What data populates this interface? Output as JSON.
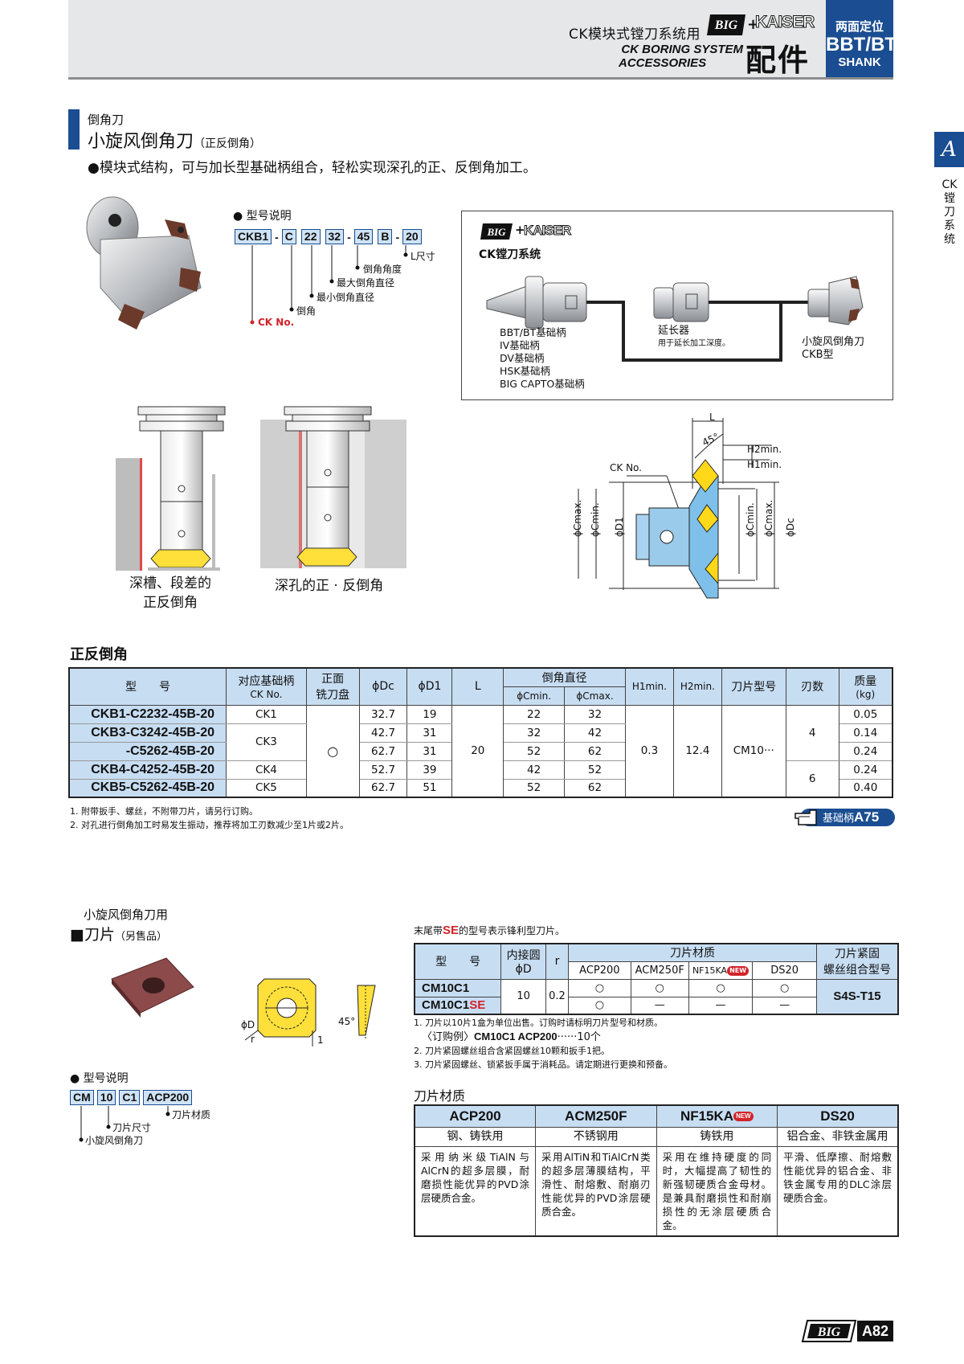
{
  "header": {
    "cn_line": "CK模块式镗刀系统用",
    "en_line1": "CK BORING SYSTEM",
    "en_line2": "ACCESSORIES",
    "big_logo": "BIG",
    "kaiser": "KAISER",
    "accessories_cn": "配件",
    "badge_top": "两面定位",
    "badge_mid": "BBT/BT",
    "badge_bottom": "SHANK"
  },
  "side": {
    "tab": "A",
    "text": "CK镗刀系统"
  },
  "section": {
    "subtitle": "倒角刀",
    "title": "小旋风倒角刀",
    "title_suffix": "（正反倒角）",
    "description": "●模块式结构，可与加长型基础柄组合，轻松实现深孔的正、反倒角加工。"
  },
  "model_legend": {
    "heading": "● 型号说明",
    "parts": [
      "CKB1",
      "C",
      "22",
      "32",
      "45",
      "B",
      "20"
    ],
    "labels": [
      "L尺寸",
      "倒角角度",
      "最大倒角直径",
      "最小倒角直径",
      "倒角",
      "CK No."
    ]
  },
  "system": {
    "logo_kaiser": "KAISER",
    "title": "CK镗刀系统",
    "bases": [
      "BBT/BT基础柄",
      "IV基础柄",
      "DV基础柄",
      "HSK基础柄",
      "BIG CAPTO基础柄"
    ],
    "extension": "延长器",
    "extension_note": "用于延长加工深度。",
    "tool_name": "小旋风倒角刀",
    "tool_type": "CKB型"
  },
  "applications": {
    "left": [
      "深槽、段差的",
      "正反倒角"
    ],
    "right": "深孔的正 · 反倒角"
  },
  "dims": {
    "L": "L",
    "angle": "45°",
    "h2": "H2min.",
    "h1": "H1min.",
    "ck": "CK No.",
    "left": [
      "ϕCmax.",
      "ϕCmin.",
      "ϕD1"
    ],
    "right": [
      "ϕCmin.",
      "ϕCmax.",
      "ϕDc"
    ]
  },
  "table1": {
    "title": "正反倒角",
    "headers": {
      "model": "型　　号",
      "ck": "对应基础柄",
      "ck_sub": "CK No.",
      "face": "正面",
      "face2": "铣刀盘",
      "dc": "ϕDc",
      "d1": "ϕD1",
      "l": "L",
      "chamfer": "倒角直径",
      "cmin": "ϕCmin.",
      "cmax": "ϕCmax.",
      "h1": "H1min.",
      "h2": "H2min.",
      "insert": "刀片型号",
      "teeth": "刃数",
      "mass": "质量",
      "mass_unit": "(kg)"
    },
    "rows": [
      {
        "model": "CKB1-C2232-45B-20",
        "ck": "CK1",
        "dc": "32.7",
        "d1": "19",
        "cmin": "22",
        "cmax": "32",
        "mass": "0.05"
      },
      {
        "model": "CKB3-C3242-45B-20",
        "ck": "CK3",
        "dc": "42.7",
        "d1": "31",
        "cmin": "32",
        "cmax": "42",
        "mass": "0.14"
      },
      {
        "model": "-C5262-45B-20",
        "ck": "",
        "dc": "62.7",
        "d1": "31",
        "cmin": "52",
        "cmax": "62",
        "mass": "0.24"
      },
      {
        "model": "CKB4-C4252-45B-20",
        "ck": "CK4",
        "dc": "52.7",
        "d1": "39",
        "cmin": "42",
        "cmax": "52",
        "mass": "0.24"
      },
      {
        "model": "CKB5-C5262-45B-20",
        "ck": "CK5",
        "dc": "62.7",
        "d1": "51",
        "cmin": "52",
        "cmax": "62",
        "mass": "0.40"
      }
    ],
    "face_value": "○",
    "l_value": "20",
    "h1_value": "0.3",
    "h2_value": "12.4",
    "insert_value": "CM10···",
    "teeth_a": "4",
    "teeth_b": "6",
    "notes": [
      "1. 附带扳手、螺丝，不附带刀片，请另行订购。",
      "2. 对孔进行倒角加工时易发生振动，推荐将加工刃数减少至1片或2片。"
    ],
    "ref_label": "基础柄",
    "ref_page": "A75"
  },
  "insert": {
    "subtitle": "小旋风倒角刀用",
    "title": "■刀片",
    "title_suffix": "（另售品）",
    "labels": [
      "ϕD",
      "r",
      "1",
      "45°"
    ],
    "legend_heading": "● 型号说明",
    "legend_parts": [
      "CM",
      "10",
      "C1",
      "ACP200"
    ],
    "legend_labels": [
      "刀片材质",
      "刀片尺寸",
      "小旋风倒角刀"
    ]
  },
  "table2": {
    "note_prefix": "末尾带",
    "note_se": "SE",
    "note_suffix": "的型号表示锋利型刀片。",
    "headers": {
      "model": "型　　号",
      "circle": "内接圆",
      "circle_sub": "ϕD",
      "r": "r",
      "material": "刀片材质",
      "mats": [
        "ACP200",
        "ACM250F",
        "NF15KA",
        "DS20"
      ],
      "screw": "刀片紧固",
      "screw2": "螺丝组合型号"
    },
    "rows": [
      {
        "model": "CM10C1",
        "model_suffix": "",
        "marks": [
          "○",
          "○",
          "○",
          "○"
        ]
      },
      {
        "model": "CM10C1",
        "model_suffix": "SE",
        "marks": [
          "○",
          "—",
          "—",
          "—"
        ]
      }
    ],
    "d_value": "10",
    "r_value": "0.2",
    "screw_value": "S4S-T15",
    "new_badge": "NEW",
    "notes1": "1. 刀片以10片1盒为单位出售。订购时请标明刀片型号和材质。",
    "example_prefix": "〈订购例〉",
    "example_code": "CM10C1 ACP200",
    "example_suffix": "······10个",
    "notes2": "2. 刀片紧固螺丝组合含紧固螺丝10颗和扳手1把。",
    "notes3": "3. 刀片紧固螺丝、锁紧扳手属于消耗品。请定期进行更换和预备。"
  },
  "table3": {
    "title": "刀片材质",
    "grades": [
      "ACP200",
      "ACM250F",
      "NF15KA",
      "DS20"
    ],
    "usage": [
      "钢、铸铁用",
      "不锈钢用",
      "铸铁用",
      "铝合金、非铁金属用"
    ],
    "desc": [
      "采用纳米级TiAlN与AlCrN的超多层膜，耐磨损性能优异的PVD涂层硬质合金。",
      "采用AlTiN和TiAlCrN类的超多层薄膜结构，平滑性、耐熔敷、耐崩刃性能优异的PVD涂层硬质合金。",
      "采用在维持硬度的同时，大幅提高了韧性的新强韧硬质合金母材。是兼具耐磨损性和耐崩损性的无涂层硬质合金。",
      "平滑、低摩擦、耐熔敷性能优异的铝合金、非铁金属专用的DLC涂层硬质合金。"
    ]
  },
  "footer": {
    "logo": "BIG",
    "page": "A82"
  },
  "colors": {
    "accent": "#1a4d91",
    "header_cell": "#c7ddf2",
    "red": "#d2232a"
  }
}
